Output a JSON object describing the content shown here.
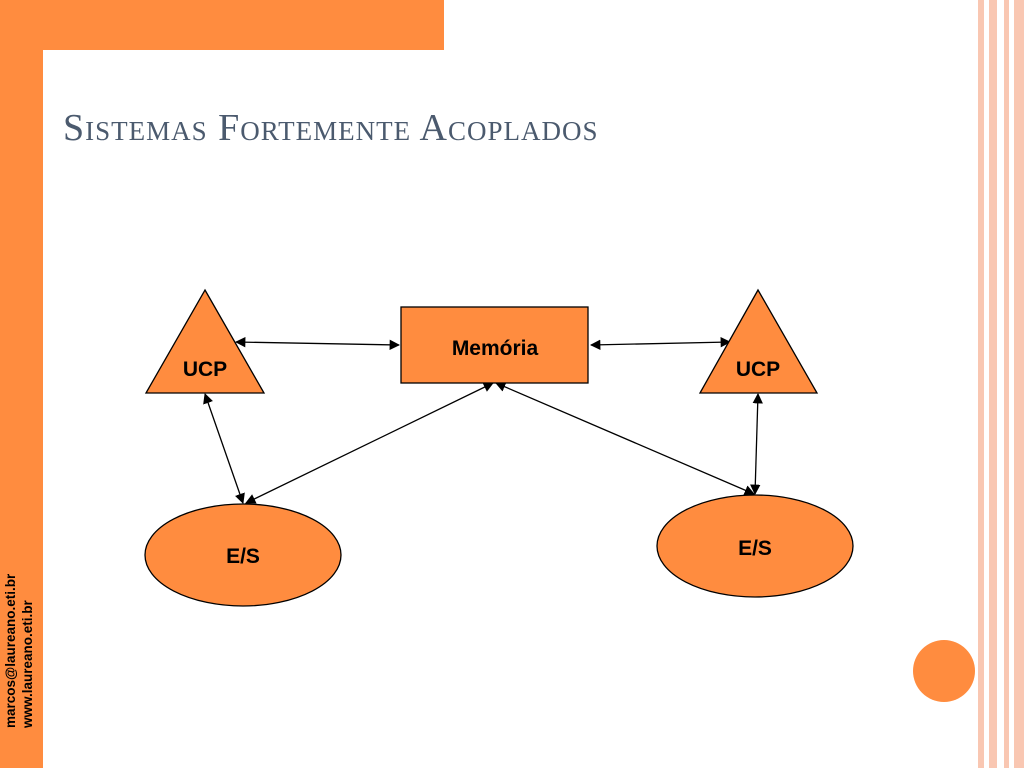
{
  "slide": {
    "title": "Sistemas Fortemente Acoplados",
    "side_email": "marcos@laureano.eti.br",
    "side_site": "www.laureano.eti.br"
  },
  "diagram": {
    "nodes": {
      "memory": "Memória",
      "cpu_left": "UCP",
      "cpu_right": "UCP",
      "io_left": "E/S",
      "io_right": "E/S"
    }
  },
  "colors": {
    "accent": "#FF8C3F",
    "title": "#4B5A6E",
    "stripe": "#F9C7B2"
  }
}
